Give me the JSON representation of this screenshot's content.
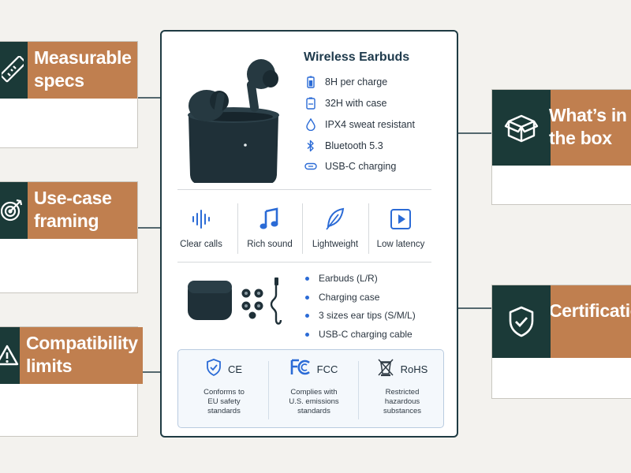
{
  "callouts": {
    "measurable": {
      "title": "Measurable specs",
      "icon": "ruler-icon"
    },
    "usecase": {
      "title": "Use-case framing",
      "icon": "target-icon"
    },
    "compat": {
      "title": "Compatibility limits",
      "icon": "warning-icon"
    },
    "box": {
      "title": "What’s in the box",
      "icon": "box-icon"
    },
    "cert": {
      "title": "Certification translation",
      "icon": "shield-check-icon"
    }
  },
  "product": {
    "title": "Wireless Earbuds",
    "specs": [
      {
        "icon": "battery-icon",
        "text": "8H per charge"
      },
      {
        "icon": "case-battery-icon",
        "text": "32H with case"
      },
      {
        "icon": "water-drop-icon",
        "text": "IPX4 sweat resistant"
      },
      {
        "icon": "bluetooth-icon",
        "text": "Bluetooth 5.3"
      },
      {
        "icon": "usb-c-icon",
        "text": "USB-C charging"
      }
    ],
    "features": [
      {
        "icon": "voice-wave-icon",
        "label": "Clear calls"
      },
      {
        "icon": "music-note-icon",
        "label": "Rich sound"
      },
      {
        "icon": "feather-icon",
        "label": "Lightweight"
      },
      {
        "icon": "play-icon",
        "label": "Low latency"
      }
    ],
    "box_items": [
      "Earbuds (L/R)",
      "Charging case",
      "3 sizes ear tips (S/M/L)",
      "USB-C charging cable"
    ],
    "certs": [
      {
        "name": "CE",
        "icon": "shield-check-icon",
        "desc": [
          "Conforms to",
          "EU safety",
          "standards"
        ]
      },
      {
        "name": "FCC",
        "icon": "fc-logo-icon",
        "desc": [
          "Complies with",
          "U.S. emissions",
          "standards"
        ]
      },
      {
        "name": "RoHS",
        "icon": "crossed-bin-icon",
        "desc": [
          "Restricted",
          "hazardous",
          "substances"
        ]
      }
    ]
  },
  "colors": {
    "accent": "#c07f4f",
    "dark": "#1b3a38",
    "blue": "#2b6bd6"
  }
}
